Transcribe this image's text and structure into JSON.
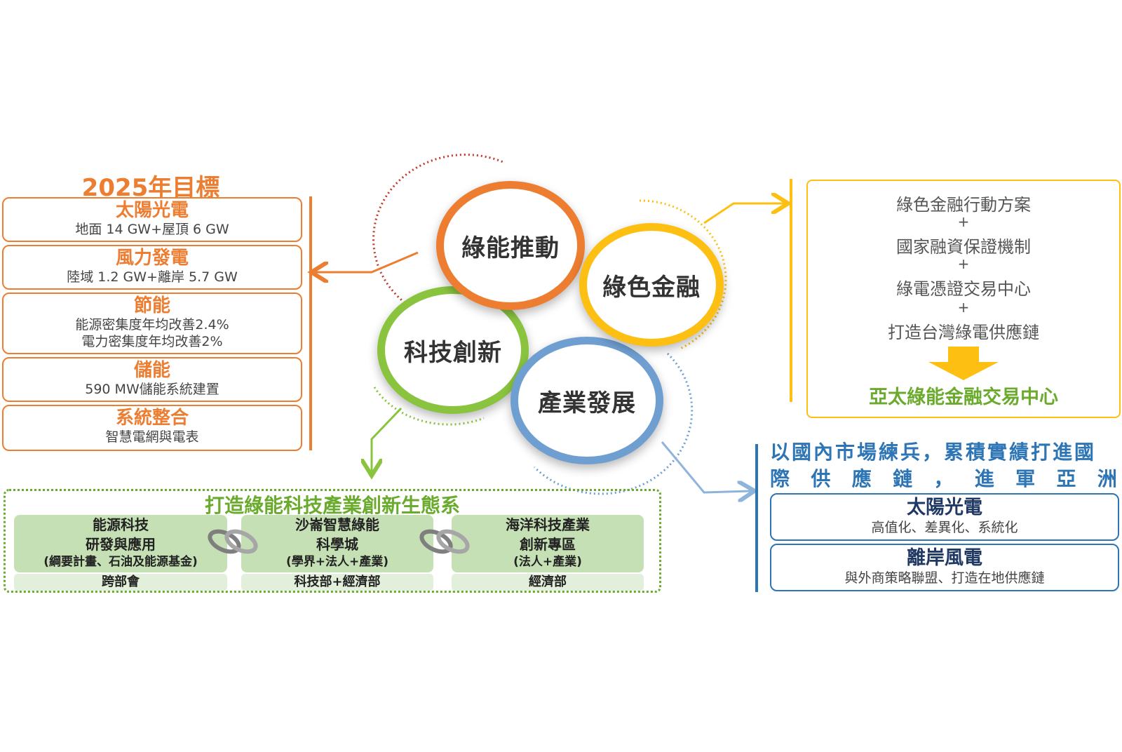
{
  "targets": {
    "title": "2025年目標",
    "items": [
      {
        "name": "太陽光電",
        "desc": [
          "地面 14 GW+屋頂 6 GW"
        ]
      },
      {
        "name": "風力發電",
        "desc": [
          "陸域 1.2 GW+離岸 5.7 GW"
        ]
      },
      {
        "name": "節能",
        "desc": [
          "能源密集度年均改善2.4%",
          "電力密集度年均改善2%"
        ]
      },
      {
        "name": "儲能",
        "desc": [
          "590 MW儲能系統建置"
        ]
      },
      {
        "name": "系統整合",
        "desc": [
          "智慧電網與電表"
        ]
      }
    ]
  },
  "circles": {
    "green_energy": "綠能推動",
    "green_finance": "綠色金融",
    "tech_innovation": "科技創新",
    "industry_dev": "產業發展"
  },
  "finance": {
    "items": [
      "綠色金融行動方案",
      "國家融資保證機制",
      "綠電憑證交易中心",
      "打造台灣綠電供應鏈"
    ],
    "plus": "+",
    "result": "亞太綠能金融交易中心"
  },
  "industry": {
    "heading_line1": "以國內市場練兵，累積實績打進國",
    "heading_line2": [
      "際",
      "供",
      "應",
      "鏈",
      "，",
      "進",
      "軍",
      "亞",
      "洲"
    ],
    "items": [
      {
        "name": "太陽光電",
        "desc": "高值化、差異化、系統化"
      },
      {
        "name": "離岸風電",
        "desc": "與外商策略聯盟、打造在地供應鏈"
      }
    ]
  },
  "ecosystem": {
    "title": "打造綠能科技產業創新生態系",
    "cards": [
      {
        "lines": [
          "能源科技",
          "研發與應用",
          "(綱要計畫、石油及能源基金)"
        ],
        "sub": "跨部會"
      },
      {
        "lines": [
          "沙崙智慧綠能",
          "科學城",
          "(學界+法人+產業)"
        ],
        "sub": "科技部+經濟部"
      },
      {
        "lines": [
          "海洋科技產業",
          "創新專區",
          "(法人+產業)"
        ],
        "sub": "經濟部"
      }
    ]
  },
  "colors": {
    "orange": "#ec7d31",
    "yellow": "#fcbf12",
    "green": "#8ac43f",
    "dark_green": "#6aab2d",
    "blue": "#2e75b6",
    "light_blue": "#6f9fd1"
  }
}
